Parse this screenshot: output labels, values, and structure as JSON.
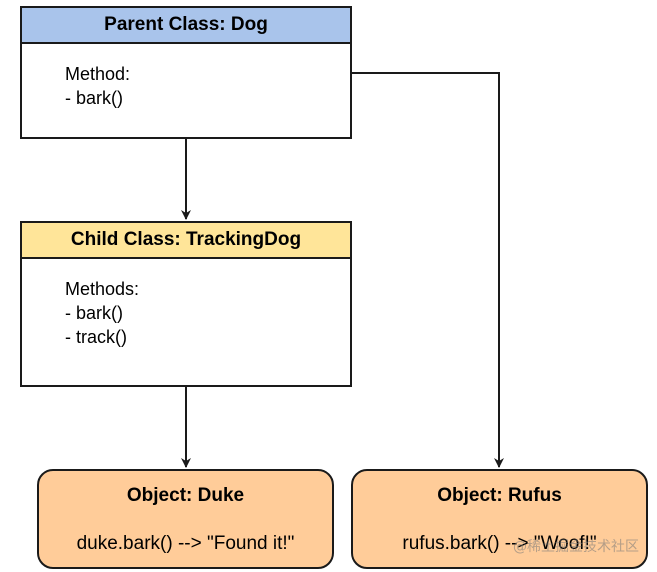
{
  "parent_class": {
    "title": "Parent Class: Dog",
    "methods_label": "Method:",
    "methods": [
      "- bark()"
    ]
  },
  "child_class": {
    "title": "Child Class: TrackingDog",
    "methods_label": "Methods:",
    "methods": [
      "- bark()",
      "- track()"
    ]
  },
  "objects": [
    {
      "title": "Object: Duke",
      "call": "duke.bark() --> \"Found it!\""
    },
    {
      "title": "Object: Rufus",
      "call": "rufus.bark() --> \"Woof!\""
    }
  ],
  "watermark": "@稀土掘金技术社区",
  "colors": {
    "parent_header": "#a9c4eb",
    "child_header": "#ffe599",
    "object_fill": "#ffcc99",
    "line": "#1a1a1a"
  }
}
